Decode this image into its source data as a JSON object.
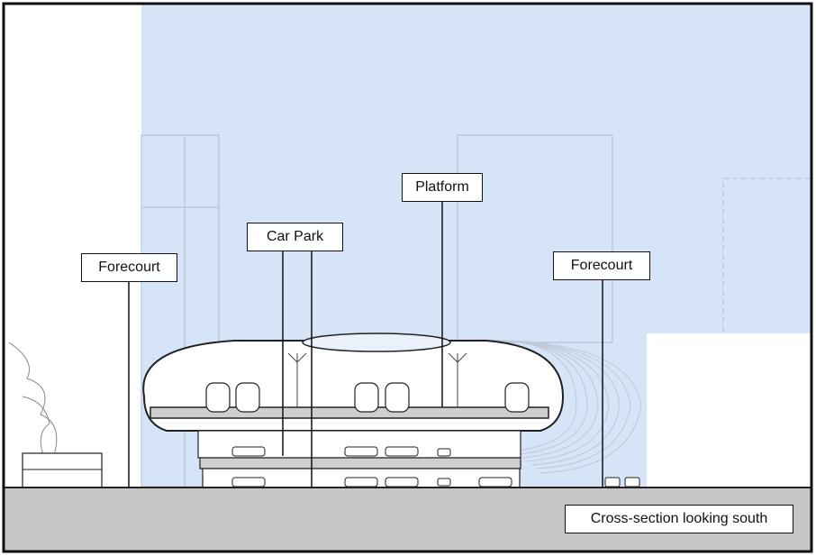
{
  "labels": {
    "forecourt_left": "Forecourt",
    "car_park": "Car Park",
    "platform": "Platform",
    "forecourt_right": "Forecourt",
    "caption": "Cross-section looking south"
  },
  "colors": {
    "sky": "#d6e4f8",
    "ground": "#c6c6c6",
    "outline": "#222222",
    "label_border": "#111111"
  }
}
